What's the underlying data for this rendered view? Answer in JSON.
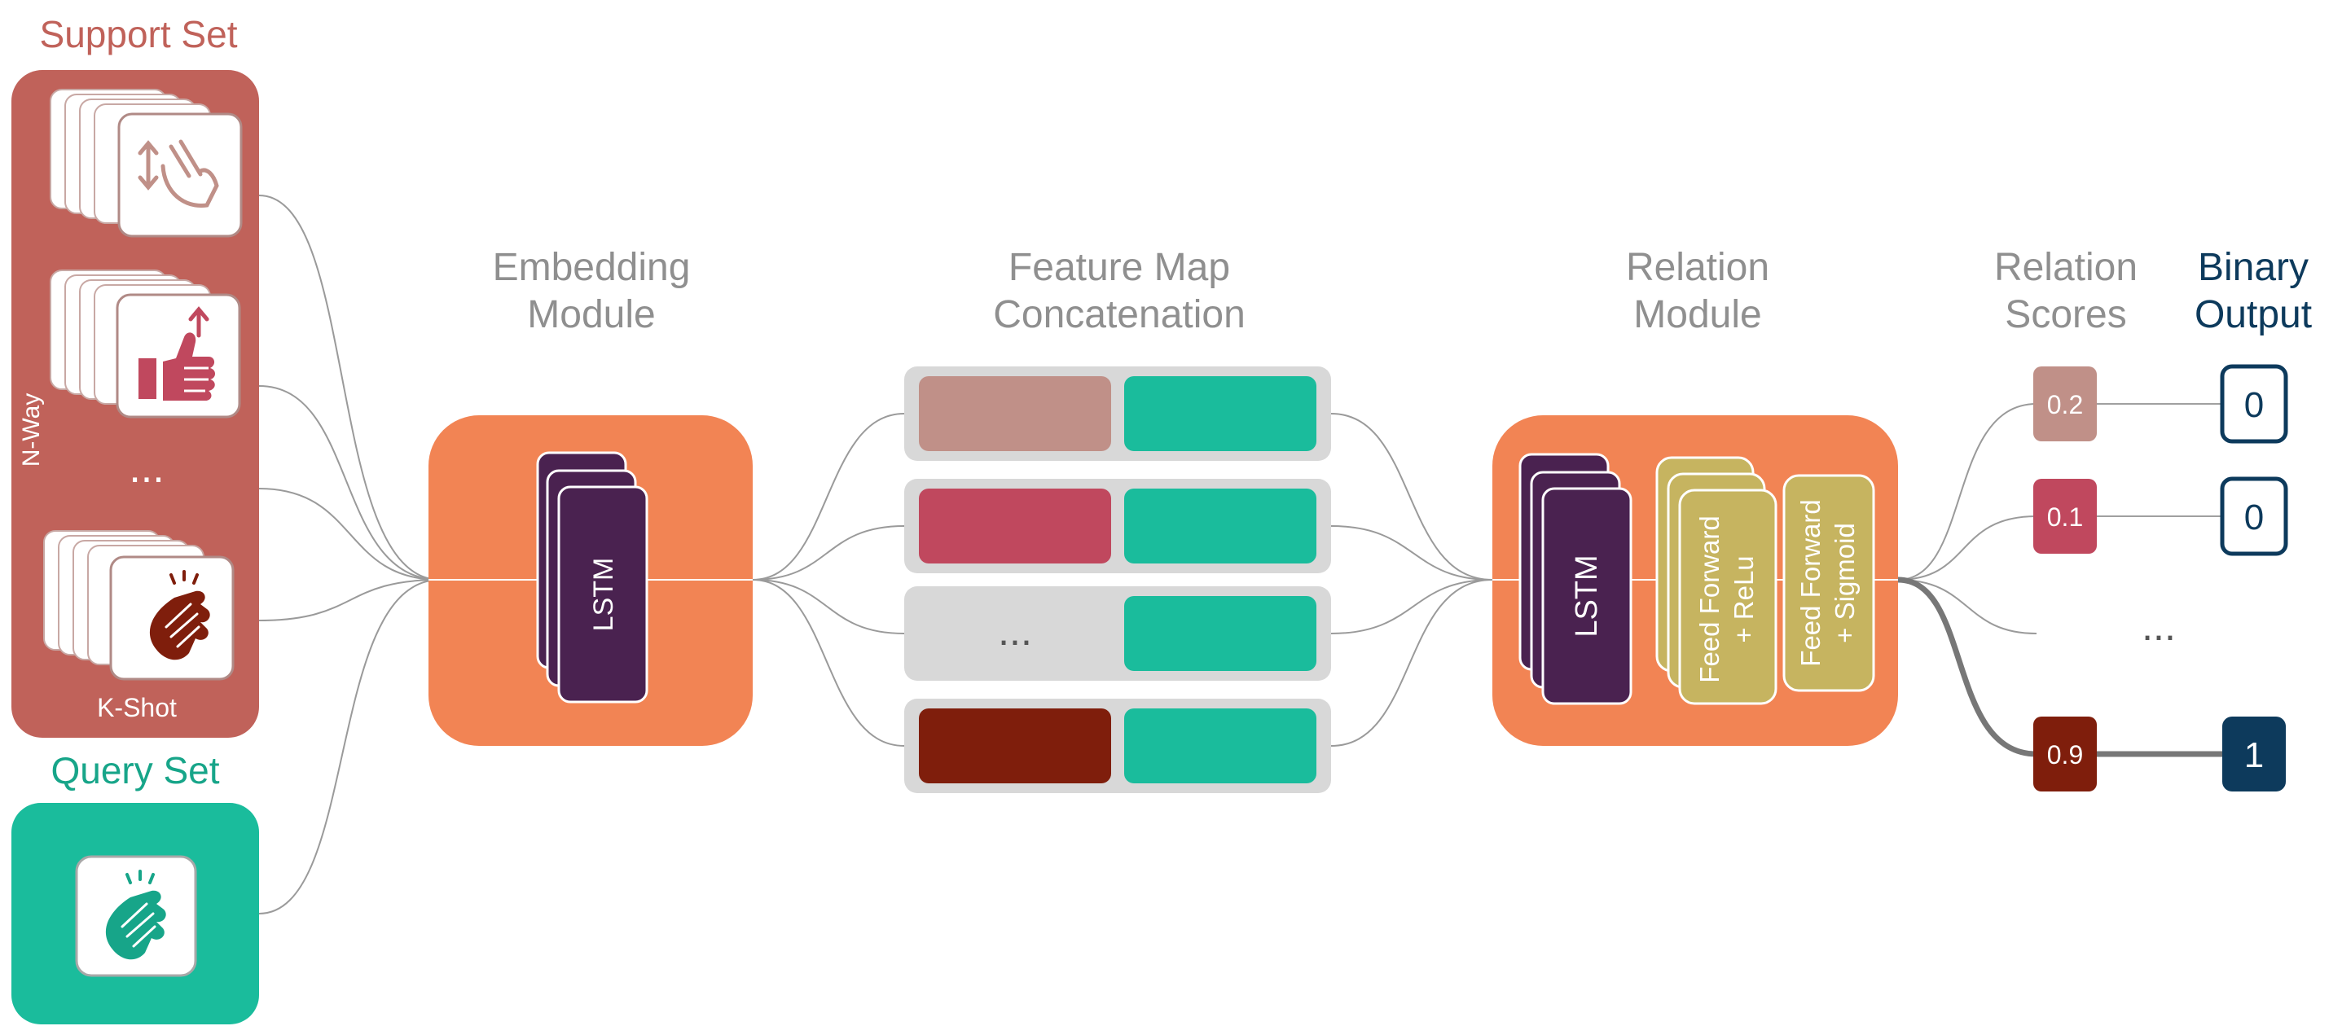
{
  "support_set": {
    "title": "Support Set",
    "n_way_label": "N-Way",
    "k_shot_label": "K-Shot",
    "ellipsis": "..."
  },
  "query_set": {
    "title": "Query Set"
  },
  "embedding_module": {
    "title_line1": "Embedding",
    "title_line2": "Module",
    "lstm_label": "LSTM"
  },
  "feature_map": {
    "title_line1": "Feature Map",
    "title_line2": "Concatenation",
    "ellipsis": "..."
  },
  "relation_module": {
    "title_line1": "Relation",
    "title_line2": "Module",
    "lstm_label": "LSTM",
    "ff_relu_line1": "Feed Forward",
    "ff_relu_line2": "+ ReLu",
    "ff_sigmoid_line1": "Feed Forward",
    "ff_sigmoid_line2": "+ Sigmoid"
  },
  "relation_scores": {
    "title_line1": "Relation",
    "title_line2": "Scores",
    "values": [
      "0.2",
      "0.1",
      "0.9"
    ],
    "ellipsis": "..."
  },
  "binary_output": {
    "title_line1": "Binary",
    "title_line2": "Output",
    "values": [
      "0",
      "0",
      "1"
    ]
  },
  "colors": {
    "support_bg": "#c0625a",
    "support_title": "#c0625a",
    "query_bg": "#1abc9c",
    "query_title": "#17a589",
    "module_orange": "#f28454",
    "lstm_purple": "#4a2250",
    "ff_yellow": "#c6b460",
    "teal": "#1abc9c",
    "feat_rose": "#c09088",
    "feat_red": "#c0485e",
    "feat_maroon": "#7f1e0c",
    "feat_gray": "#d8d8d8",
    "output_navy": "#0d3a5c",
    "label_gray": "#8f8f8f"
  },
  "icons": [
    "swipe-gesture-icon",
    "thumbs-up-gesture-icon",
    "clap-gesture-icon"
  ]
}
